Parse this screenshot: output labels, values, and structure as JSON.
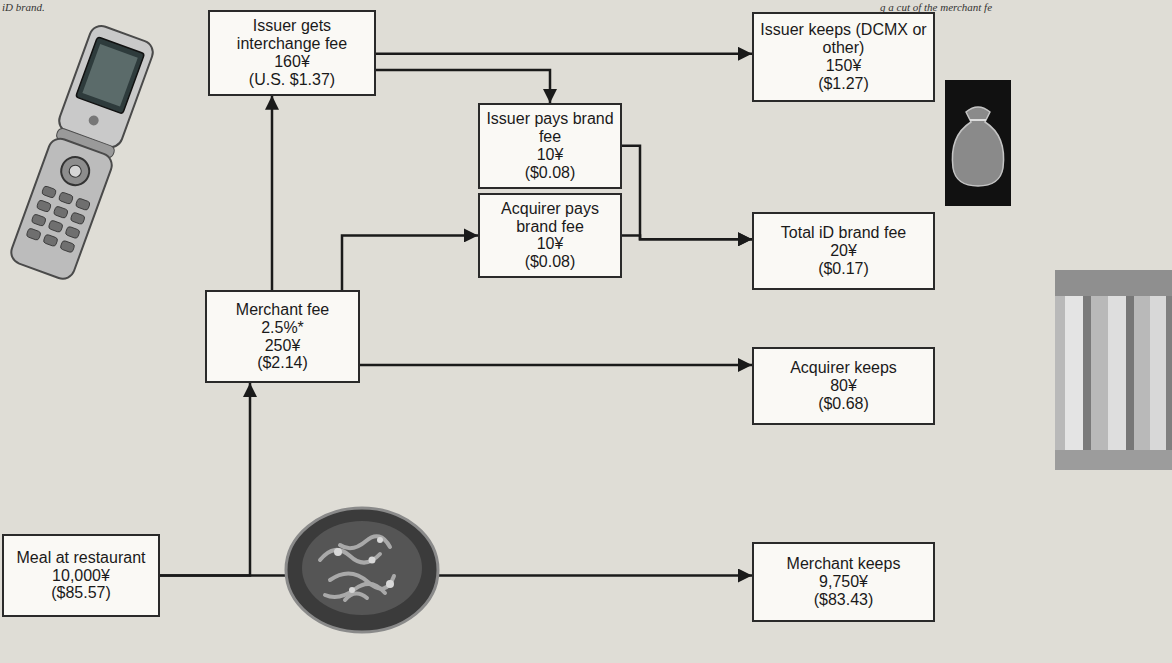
{
  "diagram": {
    "nodes": [
      {
        "text": [
          "Issuer gets interchange fee",
          "160¥",
          "(U.S. $1.37)"
        ]
      },
      {
        "text": [
          "Issuer keeps (DCMX or other)",
          "150¥",
          "($1.27)"
        ]
      },
      {
        "text": [
          "Issuer pays brand fee",
          "10¥",
          "($0.08)"
        ]
      },
      {
        "text": [
          "Total iD brand fee",
          "20¥",
          "($0.17)"
        ]
      },
      {
        "text": [
          "Acquirer pays brand fee",
          "10¥",
          "($0.08)"
        ]
      },
      {
        "text": [
          "Merchant fee",
          "2.5%*",
          "250¥",
          "($2.14)"
        ]
      },
      {
        "text": [
          "Acquirer keeps",
          "80¥",
          "($0.68)"
        ]
      },
      {
        "text": [
          "Meal at restaurant",
          "10,000¥",
          "($85.57)"
        ]
      },
      {
        "text": [
          "Merchant keeps",
          "9,750¥",
          "($83.43)"
        ]
      }
    ],
    "edges": [
      {
        "from": 7,
        "to": 5,
        "arrow": "to"
      },
      {
        "from": 7,
        "to": 8,
        "arrow": "to"
      },
      {
        "from": 5,
        "to": 0,
        "arrow": "to"
      },
      {
        "from": 5,
        "to": 6,
        "arrow": "to"
      },
      {
        "from": 5,
        "to": 4,
        "arrow": "to"
      },
      {
        "from": 0,
        "to": 1,
        "arrow": "to"
      },
      {
        "from": 0,
        "to": 2,
        "arrow": "to"
      },
      {
        "from": 2,
        "to": 3,
        "arrow": "to"
      },
      {
        "from": 4,
        "to": 3,
        "arrow": "to"
      }
    ],
    "labels": [
      "iD brand.",
      "g a cut of the merchant fe"
    ]
  }
}
